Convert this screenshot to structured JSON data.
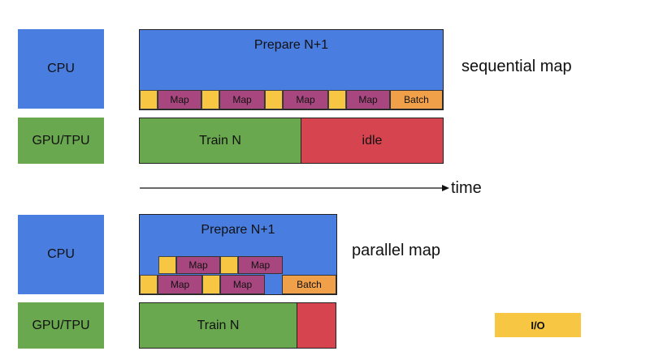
{
  "sequential": {
    "cpu_label": "CPU",
    "gpu_label": "GPU/TPU",
    "prepare_label": "Prepare N+1",
    "map_label": "Map",
    "batch_label": "Batch",
    "train_label": "Train N",
    "idle_label": "idle",
    "caption": "sequential map"
  },
  "time_label": "time",
  "parallel": {
    "cpu_label": "CPU",
    "gpu_label": "GPU/TPU",
    "prepare_label": "Prepare N+1",
    "map_label": "Map",
    "batch_label": "Batch",
    "train_label": "Train N",
    "caption": "parallel map"
  },
  "legend": {
    "io_label": "I/O"
  },
  "colors": {
    "cpu": "#4a7de0",
    "gpu": "#6aa84f",
    "io": "#f7c744",
    "map": "#a8477f",
    "batch": "#f0a048",
    "idle": "#d5444f"
  }
}
